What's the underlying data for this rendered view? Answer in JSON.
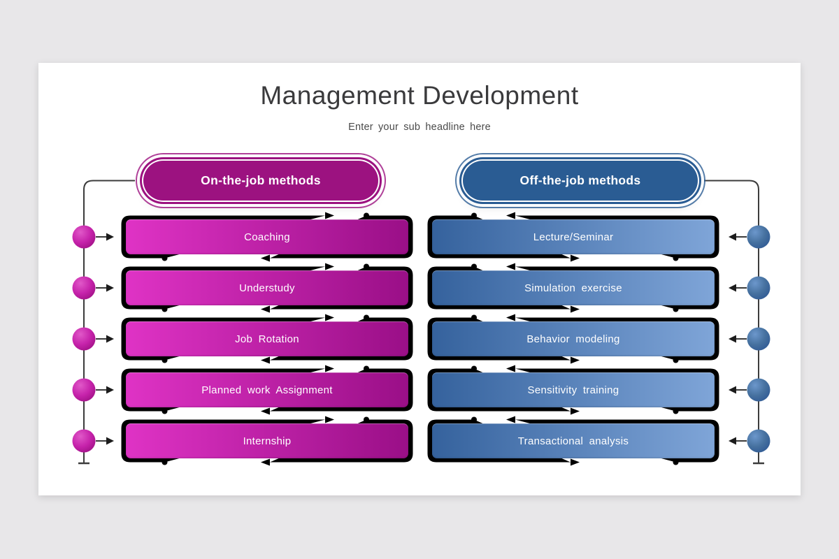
{
  "slide": {
    "title": "Management Development",
    "subtitle": "Enter your sub headline here"
  },
  "columns": {
    "left": {
      "header": "On-the-job methods",
      "items": [
        "Coaching",
        "Understudy",
        "Job Rotation",
        "Planned work Assignment",
        "Internship"
      ]
    },
    "right": {
      "header": "Off-the-job methods",
      "items": [
        "Lecture/Seminar",
        "Simulation exercise",
        "Behavior modeling",
        "Sensitivity training",
        "Transactional analysis"
      ]
    }
  },
  "colors": {
    "page_background": "#e8e7e9",
    "card_background": "#ffffff",
    "title_text": "#3a3a3c",
    "subtitle_text": "#4a4a4a",
    "pink_accent": "#9c1280",
    "pink_bar_start": "#df33c5",
    "pink_bar_end": "#9a0f87",
    "blue_accent": "#2a5c93",
    "blue_bar_start": "#35629d",
    "blue_bar_end": "#7fa5d8",
    "connector": "#3c3c3c"
  }
}
